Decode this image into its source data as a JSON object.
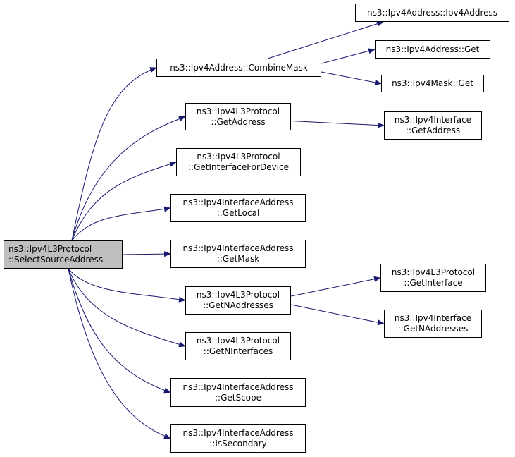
{
  "colors": {
    "edge": "#191970",
    "root_fill": "#bfbfbf",
    "node_fill": "#ffffff",
    "border": "#000000"
  },
  "nodes": {
    "root": {
      "line1": "ns3::Ipv4L3Protocol",
      "line2": "::SelectSourceAddress"
    },
    "combine_mask": {
      "line1": "ns3::Ipv4Address::CombineMask"
    },
    "addr_ctor": {
      "line1": "ns3::Ipv4Address::Ipv4Address"
    },
    "addr_get": {
      "line1": "ns3::Ipv4Address::Get"
    },
    "mask_get": {
      "line1": "ns3::Ipv4Mask::Get"
    },
    "l3_getaddress": {
      "line1": "ns3::Ipv4L3Protocol",
      "line2": "::GetAddress"
    },
    "if_getaddress": {
      "line1": "ns3::Ipv4Interface",
      "line2": "::GetAddress"
    },
    "l3_getiffordev": {
      "line1": "ns3::Ipv4L3Protocol",
      "line2": "::GetInterfaceForDevice"
    },
    "ifa_getlocal": {
      "line1": "ns3::Ipv4InterfaceAddress",
      "line2": "::GetLocal"
    },
    "ifa_getmask": {
      "line1": "ns3::Ipv4InterfaceAddress",
      "line2": "::GetMask"
    },
    "l3_getnaddr": {
      "line1": "ns3::Ipv4L3Protocol",
      "line2": "::GetNAddresses"
    },
    "l3_getinterface": {
      "line1": "ns3::Ipv4L3Protocol",
      "line2": "::GetInterface"
    },
    "if_getnaddr": {
      "line1": "ns3::Ipv4Interface",
      "line2": "::GetNAddresses"
    },
    "l3_getnif": {
      "line1": "ns3::Ipv4L3Protocol",
      "line2": "::GetNInterfaces"
    },
    "ifa_getscope": {
      "line1": "ns3::Ipv4InterfaceAddress",
      "line2": "::GetScope"
    },
    "ifa_issecondary": {
      "line1": "ns3::Ipv4InterfaceAddress",
      "line2": "::IsSecondary"
    }
  },
  "edges": [
    [
      "root",
      "combine_mask"
    ],
    [
      "root",
      "l3_getaddress"
    ],
    [
      "root",
      "l3_getiffordev"
    ],
    [
      "root",
      "ifa_getlocal"
    ],
    [
      "root",
      "ifa_getmask"
    ],
    [
      "root",
      "l3_getnaddr"
    ],
    [
      "root",
      "l3_getnif"
    ],
    [
      "root",
      "ifa_getscope"
    ],
    [
      "root",
      "ifa_issecondary"
    ],
    [
      "combine_mask",
      "addr_ctor"
    ],
    [
      "combine_mask",
      "addr_get"
    ],
    [
      "combine_mask",
      "mask_get"
    ],
    [
      "l3_getaddress",
      "if_getaddress"
    ],
    [
      "l3_getnaddr",
      "l3_getinterface"
    ],
    [
      "l3_getnaddr",
      "if_getnaddr"
    ]
  ]
}
